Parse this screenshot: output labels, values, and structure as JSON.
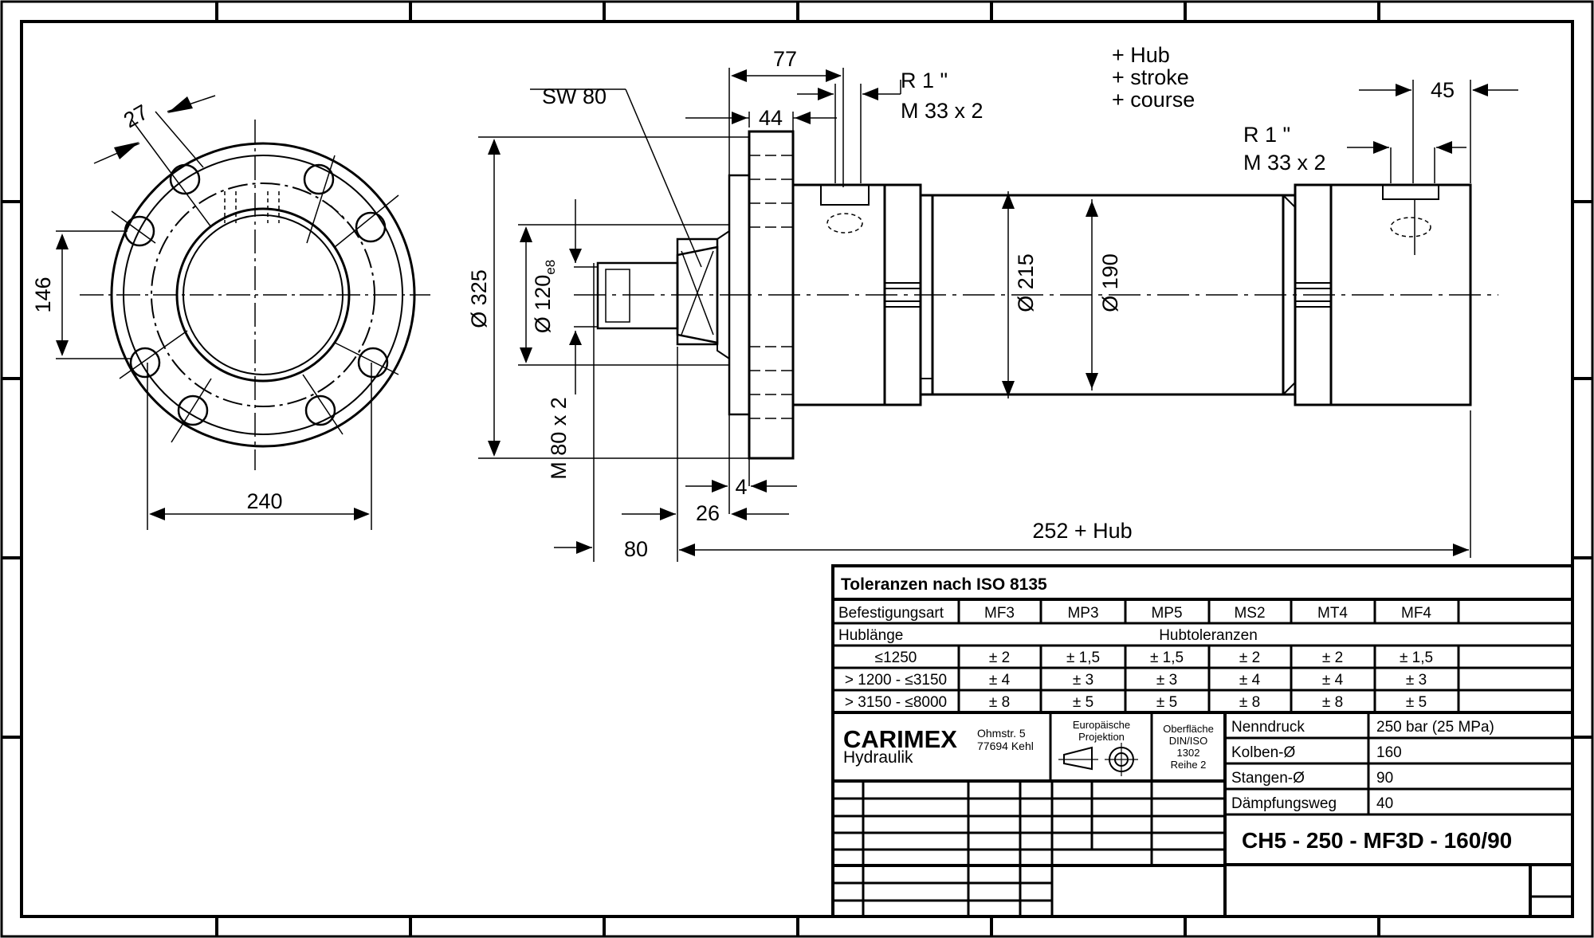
{
  "drawing": {
    "front_view": {
      "bolt_hole_dim": "27",
      "hole_spacing_dim": "146",
      "bolt_circle_dim": "240"
    },
    "side_view": {
      "wrench_size": "SW 80",
      "dim_77": "77",
      "dim_44": "44",
      "port_left_line1": "R 1 \"",
      "port_left_line2": "M 33 x 2",
      "stroke_note": [
        "+ Hub",
        "+ stroke",
        "+ course"
      ],
      "port_right_line1": "R 1 \"",
      "port_right_line2": "M 33 x 2",
      "dim_45": "45",
      "flange_diameter": "Ø 325",
      "pilot_diameter": "Ø 120",
      "pilot_tolerance": "e8",
      "thread": "M 80 x 2",
      "tube_diameter": "Ø 215",
      "bore_diameter": "Ø 190",
      "dim_4": "4",
      "dim_26": "26",
      "dim_80": "80",
      "overall_length": "252 + Hub"
    }
  },
  "tolerance_table": {
    "title": "Toleranzen nach ISO 8135",
    "mount_label": "Befestigungsart",
    "mounts": [
      "MF3",
      "MP3",
      "MP5",
      "MS2",
      "MT4",
      "MF4"
    ],
    "stroke_label": "Hublänge",
    "stroke_tol_label": "Hubtoleranzen",
    "rows": [
      {
        "range": "≤1250",
        "values": [
          "± 2",
          "± 1,5",
          "± 1,5",
          "± 2",
          "± 2",
          "± 1,5"
        ]
      },
      {
        "range": "> 1200 - ≤3150",
        "values": [
          "± 4",
          "± 3",
          "± 3",
          "± 4",
          "± 4",
          "± 3"
        ]
      },
      {
        "range": "> 3150 - ≤8000",
        "values": [
          "± 8",
          "± 5",
          "± 5",
          "± 8",
          "± 8",
          "± 5"
        ]
      }
    ]
  },
  "title_block": {
    "company": "CARIMEX",
    "company_sub": "Hydraulik",
    "address_line1": "Ohmstr. 5",
    "address_line2": "77694 Kehl",
    "projection_line1": "Europäische",
    "projection_line2": "Projektion",
    "surface_line1": "Oberfläche",
    "surface_line2": "DIN/ISO",
    "surface_line3": "1302",
    "surface_line4": "Reihe 2",
    "specs": [
      {
        "label": "Nenndruck",
        "value": "250 bar (25 MPa)"
      },
      {
        "label": "Kolben-Ø",
        "value": "160"
      },
      {
        "label": "Stangen-Ø",
        "value": "90"
      },
      {
        "label": "Dämpfungsweg",
        "value": "40"
      }
    ],
    "part_number": "CH5 - 250 - MF3D - 160/90"
  }
}
